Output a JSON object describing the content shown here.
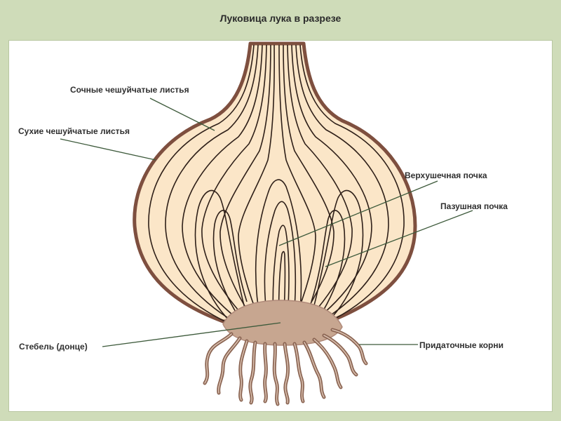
{
  "title": "Луковица лука в разрезе",
  "colors": {
    "background": "#cfdcb9",
    "flesh": "#fbe6c8",
    "outline": "#7e4f3f",
    "stem": "#c7a690",
    "roots": "#b08a7a",
    "leader": "#3d5a3b"
  },
  "labels": {
    "juicy_scales": "Сочные чешуйчатые листья",
    "dry_scales": "Сухие чешуйчатые листья",
    "apical_bud": "Верхушечная почка",
    "axillary_bud": "Пазушная почка",
    "stem": "Стебель (донце)",
    "roots": "Придаточные корни"
  }
}
